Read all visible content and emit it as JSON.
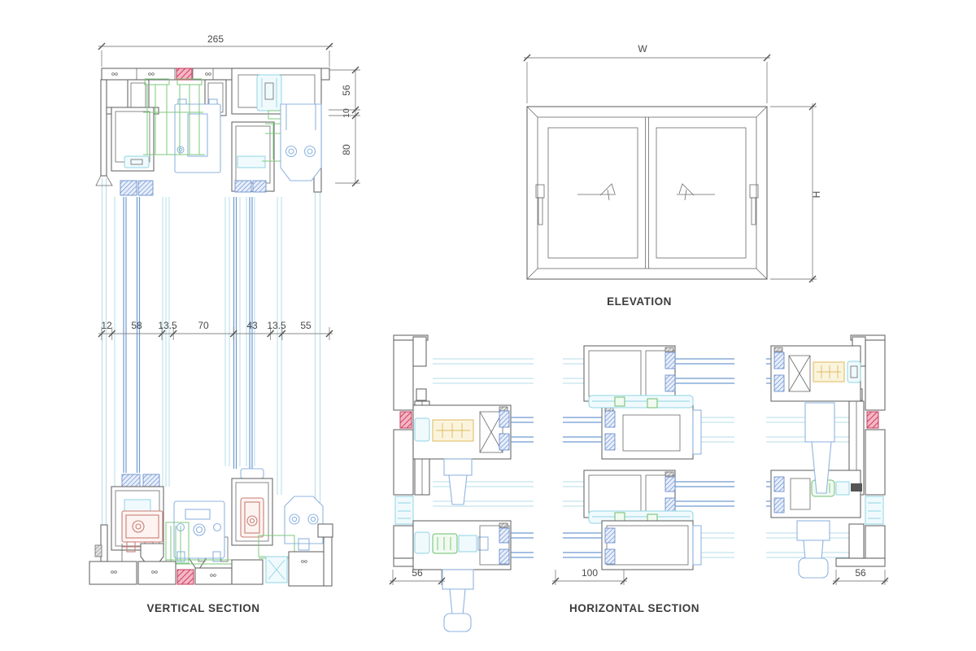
{
  "palette": {
    "profile_line": "#6a6a6a",
    "glass_light": "#b5dcea",
    "glass_blue": "#6f9bd2",
    "accessory_blue": "#8fb4e0",
    "gasket_green": "#7dc87d",
    "accent_red": "#d23b5f",
    "roller_salmon": "#c97e75",
    "lock_yellow": "#dcba5e",
    "thermal_cyan": "#8fd4e4",
    "dim_text": "#4a4a4a"
  },
  "vertical_section": {
    "title": "VERTICAL SECTION",
    "dim_overall": "265",
    "dims_right": [
      "56",
      "10",
      "80"
    ],
    "dims_middle": [
      "12",
      "58",
      "13.5",
      "70",
      "43",
      "13.5",
      "55"
    ]
  },
  "elevation": {
    "title": "ELEVATION",
    "dim_width": "W",
    "dim_height": "H"
  },
  "horizontal_section": {
    "title": "HORIZONTAL SECTION",
    "dims": [
      "56",
      "100",
      "56"
    ]
  }
}
